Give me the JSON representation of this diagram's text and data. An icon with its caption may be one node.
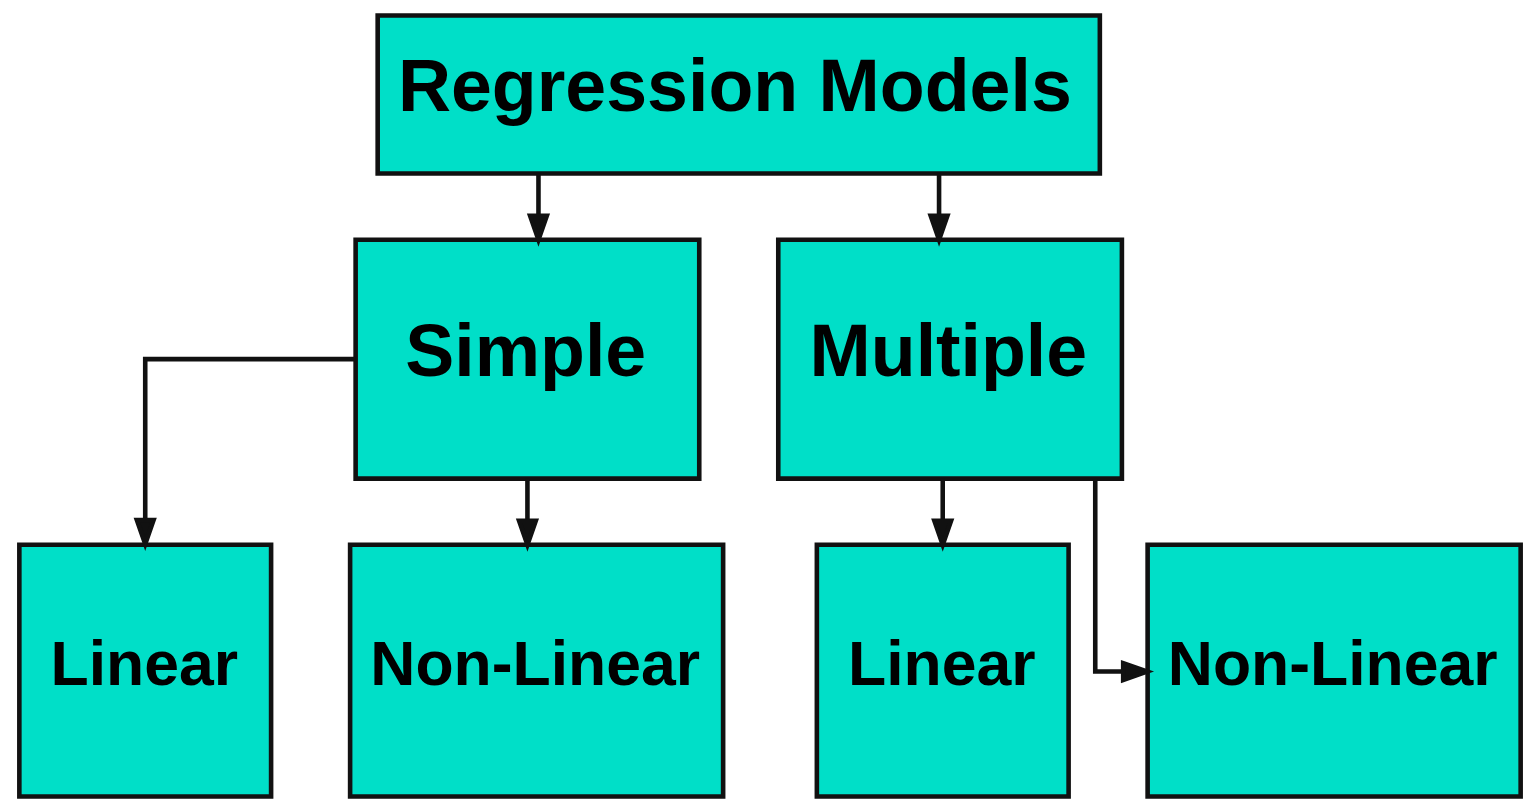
{
  "diagram": {
    "nodes": [
      {
        "text": [
          "Regression Models"
        ]
      },
      {
        "text": [
          "Simple"
        ]
      },
      {
        "text": [
          "Multiple"
        ]
      },
      {
        "text": [
          "Linear"
        ]
      },
      {
        "text": [
          "Non-Linear"
        ]
      },
      {
        "text": [
          "Linear"
        ]
      },
      {
        "text": [
          "Non-Linear"
        ]
      }
    ],
    "edges": [
      {
        "from": 0,
        "to": 1,
        "arrow": "to"
      },
      {
        "from": 0,
        "to": 2,
        "arrow": "to"
      },
      {
        "from": 1,
        "to": 3,
        "arrow": "to"
      },
      {
        "from": 1,
        "to": 4,
        "arrow": "to"
      },
      {
        "from": 2,
        "to": 5,
        "arrow": "to"
      },
      {
        "from": 2,
        "to": 6,
        "arrow": "to"
      }
    ]
  }
}
